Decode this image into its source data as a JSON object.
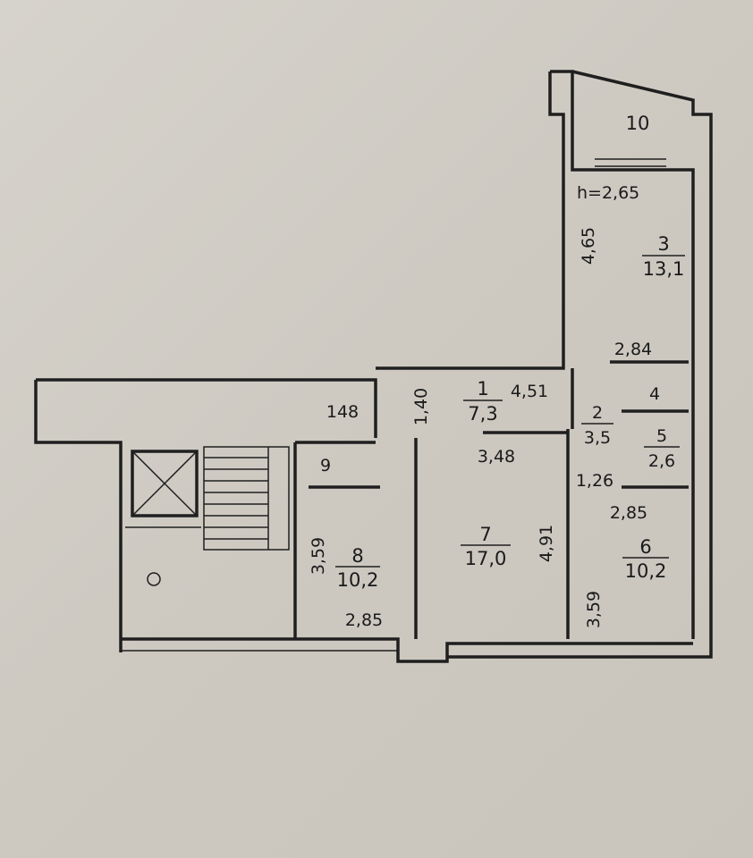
{
  "plan": {
    "rooms": [
      {
        "number": "10",
        "area": ""
      },
      {
        "number": "3",
        "area": "13,1"
      },
      {
        "number": "4",
        "area": ""
      },
      {
        "number": "1",
        "area": "7,3"
      },
      {
        "number": "2",
        "area": "3,5"
      },
      {
        "number": "5",
        "area": "2,6"
      },
      {
        "number": "9",
        "area": ""
      },
      {
        "number": "7",
        "area": "17,0"
      },
      {
        "number": "8",
        "area": "10,2"
      },
      {
        "number": "6",
        "area": "10,2"
      }
    ],
    "ceiling_height": "h=2,65",
    "stair_label": "148",
    "dimensions": {
      "d_465": "4,65",
      "d_284": "2,84",
      "d_451": "4,51",
      "d_140": "1,40",
      "d_348": "3,48",
      "d_126": "1,26",
      "d_285_right": "2,85",
      "d_491": "4,91",
      "d_359_left": "3,59",
      "d_285_bottom": "2,85",
      "d_359_right": "3,59"
    }
  }
}
